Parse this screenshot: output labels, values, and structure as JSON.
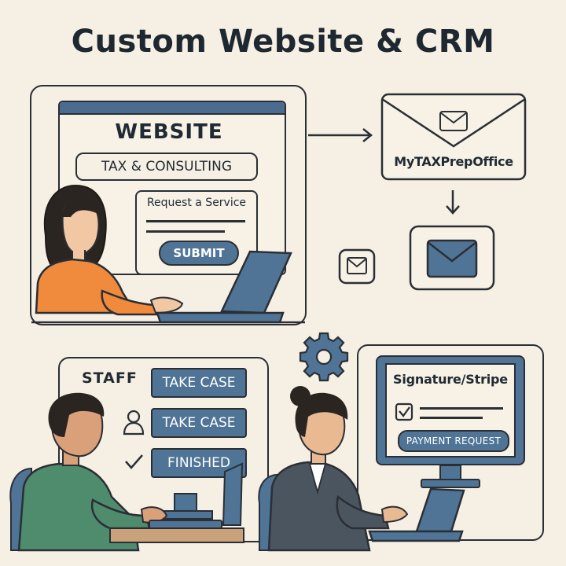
{
  "title": "Custom Website & CRM",
  "website": {
    "heading": "WEBSITE",
    "tagline": "TAX & CONSULTING",
    "form_title": "Request a Service",
    "submit_label": "SUBMIT"
  },
  "email": {
    "brand": "MyTAXPrepOffice"
  },
  "staff": {
    "heading": "STAFF",
    "actions": [
      "TAKE CASE",
      "TAKE CASE",
      "FINISHED"
    ]
  },
  "signature": {
    "heading": "Signature/Stripe",
    "payment_label": "PAYMENT REQUEST"
  },
  "colors": {
    "background": "#f6efe4",
    "accent_blue": "#4f7496",
    "orange_shirt": "#f08a3c",
    "green_shirt": "#4f8b6d",
    "dark_blazer": "#4b5560"
  },
  "icons": [
    "envelope-icon",
    "envelope-check-icon",
    "gear-icon",
    "person-icon",
    "checkmark-icon",
    "checkbox-icon",
    "arrow-right-icon",
    "arrow-down-icon",
    "laptop-icon",
    "monitor-icon"
  ]
}
